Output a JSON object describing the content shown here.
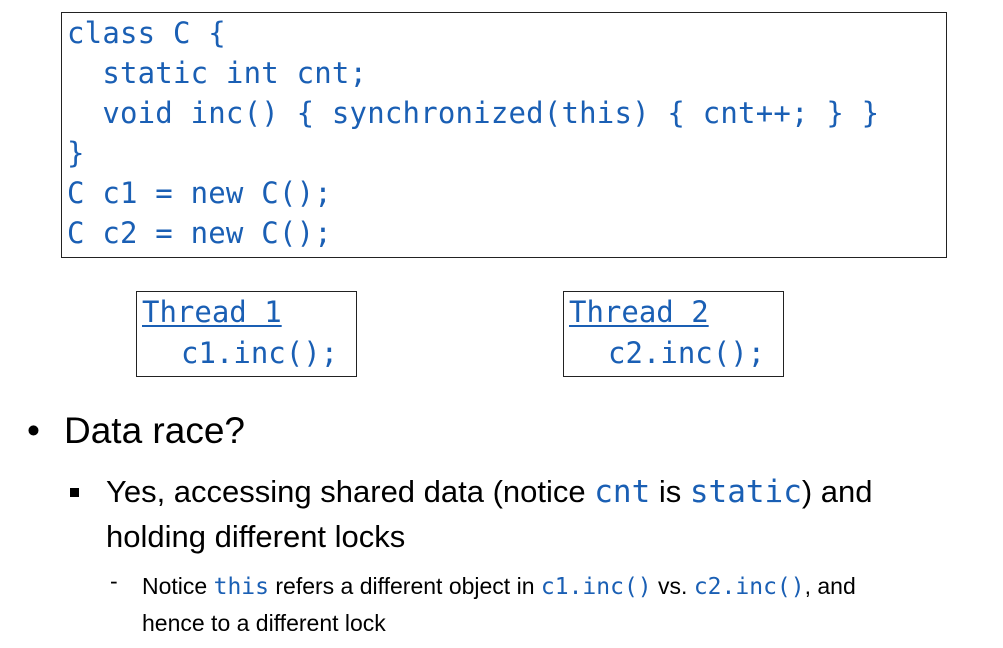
{
  "code": {
    "lines": [
      "class C {",
      "  static int cnt;",
      "  void inc() { synchronized(this) { cnt++; } }",
      "}",
      "C c1 = new C();",
      "C c2 = new C();"
    ]
  },
  "threads": [
    {
      "title": "Thread 1",
      "call": "c1.inc();"
    },
    {
      "title": "Thread 2",
      "call": "c2.inc();"
    }
  ],
  "bullets": {
    "level1_marker": "•",
    "level1": "Data race?",
    "level2_line1": {
      "part1": "Yes, accessing shared data (notice ",
      "code1": "cnt",
      "part2": " is ",
      "code2": "static",
      "part3": ") and"
    },
    "level2_line2": "holding different locks",
    "level3_marker": "-",
    "level3_line1": {
      "part1": "Notice ",
      "code1": "this",
      "part2": " refers a different object in ",
      "code2": "c1.inc()",
      "part3": " vs. ",
      "code3": "c2.inc()",
      "part4": ", and"
    },
    "level3_line2": "hence to a different lock"
  },
  "colors": {
    "code": "#1a5fb4",
    "text": "#000000",
    "border": "#222222"
  }
}
